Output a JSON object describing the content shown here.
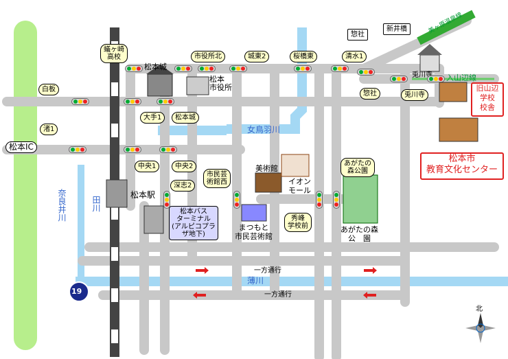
{
  "labels": {
    "matsumoto_castle": "松本城",
    "city_hall": "松本\n市役所",
    "matsumoto_station": "松本駅",
    "art_museum": "美術館",
    "aeon_mall": "イオン\nモール",
    "performing_arts": "まつもと\n市民芸術館",
    "agata_park": "あがたの森\n公　園",
    "agata_label_bubble": "あがたの\n森公園",
    "education_center": "松本市\n教育文化センター",
    "former_school": "旧山辺\n学校\n校舎",
    "bus_terminal": "松本バス\nターミナル\n(アルピコプラ\nザ地下)",
    "temple": "兎川寺",
    "matsumoto_ic": "松本IC",
    "route_number": "19",
    "compass_n": "北"
  },
  "rivers": {
    "metoba": "女鳥羽川",
    "susuki": "薄川",
    "narai": "奈良井川",
    "ta": "田川"
  },
  "roads": {
    "iriyamabe": "入山辺線",
    "utsukushigahara": "美ヶ原温泉線",
    "one_way_1": "一方通行",
    "one_way_2": "一方通行"
  },
  "intersections": {
    "hakuba": "白板",
    "nagisa1": "渚1",
    "jonan": "蟻ヶ崎\n高校",
    "castle_int": "松本城",
    "shiyakusho_kita": "市役所北",
    "jotokyu2": "城東2",
    "sakurabashi_higashi": "桜橋東",
    "shimizu1": "清水1",
    "shinmeibashi": "新井橋",
    "omachi_jin": "惣社",
    "omachi_jin2": "惣社",
    "ote1": "大手1",
    "matsumotojo": "松本城",
    "chuo1": "中央1",
    "chuo2": "中央2",
    "fukashi2": "深志2",
    "geijutsukan_nishi": "市民芸\n術館西",
    "agata_bubble": "あがたの\n森公園",
    "shuho": "秀峰\n学校前",
    "tokawa": "兎川寺"
  }
}
